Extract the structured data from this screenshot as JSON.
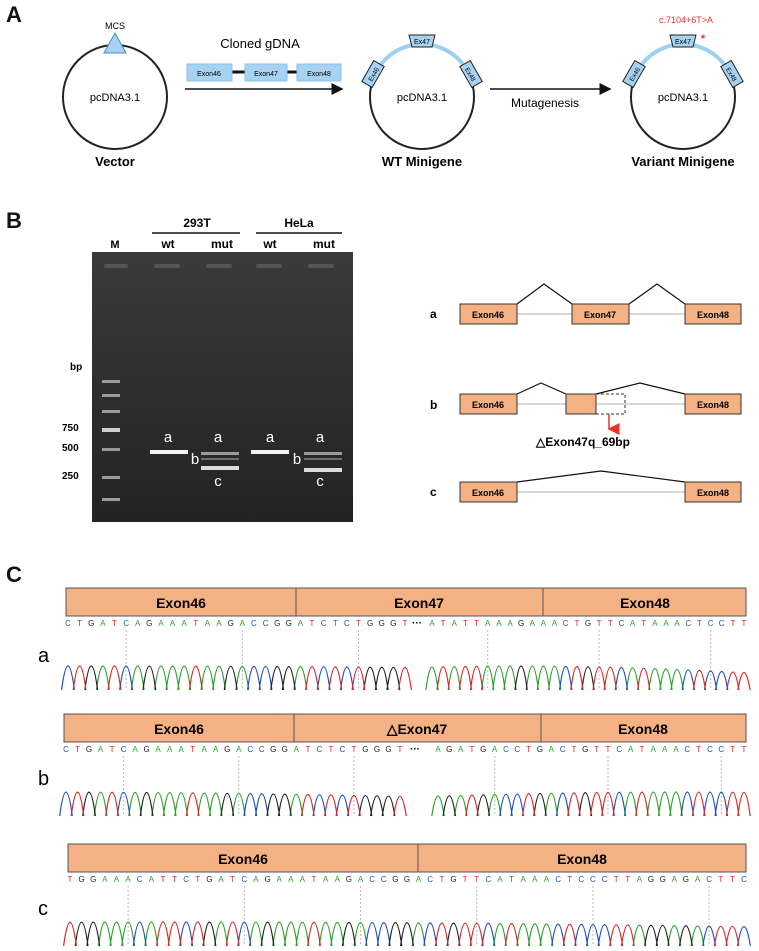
{
  "panels": {
    "a": "A",
    "b": "B",
    "c": "C"
  },
  "panel_a": {
    "vector": {
      "mcs": "MCS",
      "plasmid": "pcDNA3.1",
      "caption": "Vector"
    },
    "cloned_gdna": {
      "title": "Cloned gDNA",
      "exons": [
        "Exon46",
        "Exon47",
        "Exon48"
      ]
    },
    "wt": {
      "ex_left": "Ex46",
      "ex_top": "Ex47",
      "ex_right": "Ex48",
      "plasmid": "pcDNA3.1",
      "caption": "WT Minigene"
    },
    "mutagenesis": "Mutagenesis",
    "variant": {
      "ex_left": "Ex46",
      "ex_top": "Ex47",
      "ex_right": "Ex48",
      "plasmid": "pcDNA3.1",
      "caption": "Variant Minigene",
      "mutation": "c.7104+6T>A",
      "star": "*"
    },
    "colors": {
      "exon": "#a7d3f2",
      "arc": "#9ed0f2",
      "mutation": "#e8332a"
    }
  },
  "panel_b": {
    "gel": {
      "marker": "M",
      "groups": [
        {
          "name": "293T",
          "lanes": [
            "wt",
            "mut"
          ]
        },
        {
          "name": "HeLa",
          "lanes": [
            "wt",
            "mut"
          ]
        }
      ],
      "bp_label": "bp",
      "ladder_labels": [
        "750",
        "500",
        "250"
      ],
      "band_labels": [
        "a",
        "b",
        "c",
        "a",
        "a",
        "b",
        "c",
        "a"
      ]
    },
    "schematics": [
      {
        "label": "a",
        "exons": [
          "Exon46",
          "Exon47",
          "Exon48"
        ]
      },
      {
        "label": "b",
        "exons": [
          "Exon46",
          "Exon48"
        ],
        "deletion": "△Exon47q_69bp"
      },
      {
        "label": "c",
        "exons": [
          "Exon46",
          "Exon48"
        ]
      }
    ],
    "colors": {
      "exon": "#f4b183",
      "arrow": "#e8332a"
    }
  },
  "panel_c": {
    "tracks": [
      {
        "label": "a",
        "headers": [
          "Exon46",
          "Exon47",
          "Exon48"
        ],
        "seq1": "CTGATCAGAAATAAGACCGGATCTCTGGGT",
        "ellipsis": "···",
        "seq2": "ATATTAAAGAAACTGTTCATAAACTCCTT"
      },
      {
        "label": "b",
        "headers": [
          "Exon46",
          "△Exon47",
          "Exon48"
        ],
        "seq1": "CTGATCAGAAATAAGACCGGATCTCTGGGT",
        "ellipsis": "···",
        "seq2": "AGATGACCTGACTGTTCATAAACTCCTT"
      },
      {
        "label": "c",
        "headers": [
          "Exon46",
          "Exon48"
        ],
        "seq1": "TGGAAACATTCTGATCAGAAATAAGACCGGACTGTTCATAAACTCCCTTAGGAGACTTC",
        "ellipsis": "",
        "seq2": ""
      }
    ],
    "colors": {
      "header": "#f4b183",
      "A": "#2ca02c",
      "C": "#1f4fbf",
      "G": "#222222",
      "T": "#d62728"
    }
  }
}
